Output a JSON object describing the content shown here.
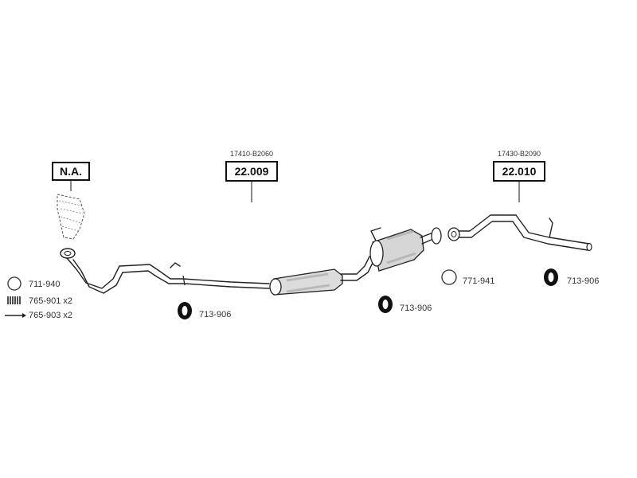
{
  "callouts": [
    {
      "id": "na",
      "label": "N.A.",
      "oem": ""
    },
    {
      "id": "middle",
      "label": "22.009",
      "oem": "17410-B2060"
    },
    {
      "id": "rear",
      "label": "22.010",
      "oem": "17430-B2090"
    }
  ],
  "fitting_kit": [
    {
      "code": "711-940",
      "icon": "ring-gasket-icon"
    },
    {
      "code": "765-901 x2",
      "icon": "spring-icon"
    },
    {
      "code": "765-903 x2",
      "icon": "bolt-icon"
    }
  ],
  "parts": {
    "hanger_middle": "713-906",
    "hanger_rear_muffler": "713-906",
    "hanger_tail": "713-906",
    "gasket_rear": "771-941"
  }
}
